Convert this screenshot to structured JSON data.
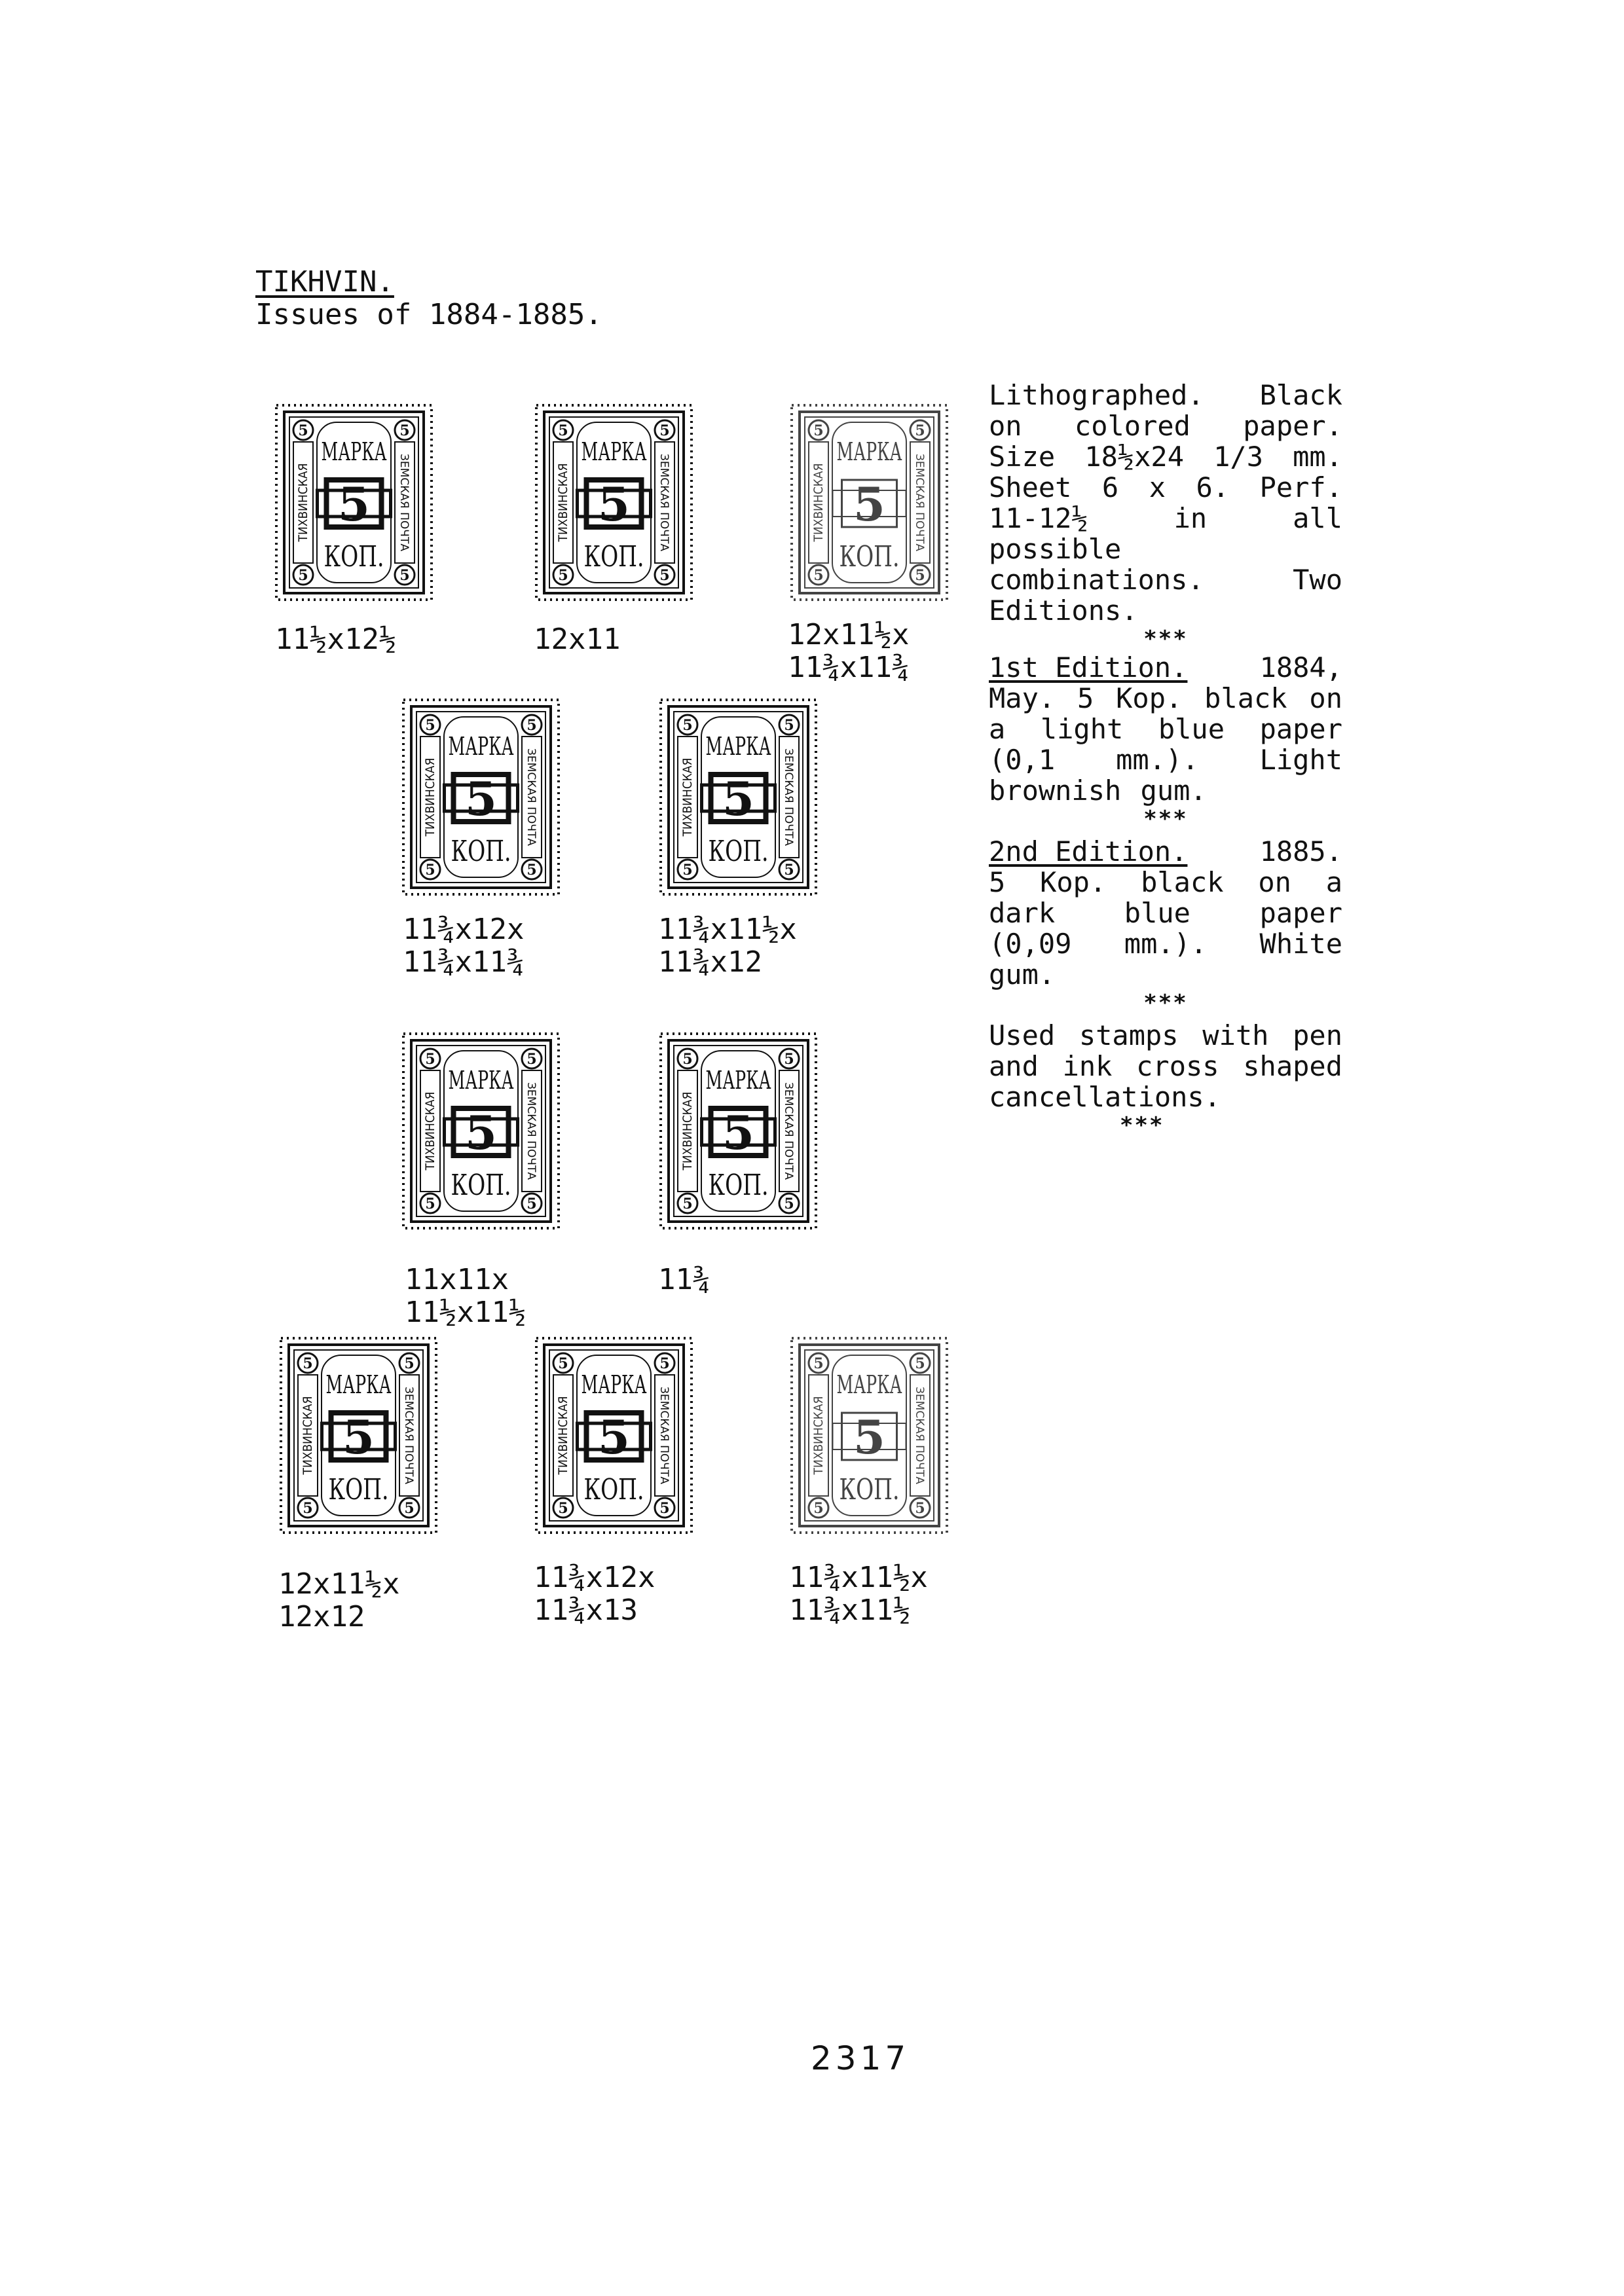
{
  "header": {
    "title": "TIKHVIN.",
    "subtitle": "Issues of 1884-1885."
  },
  "stamp_text": {
    "marka": "МАРКА",
    "value": "5",
    "kop": "КОП.",
    "left_side": "ТИХВИНСКАЯ",
    "right_side": "ЗЕМСКАЯ ПОЧТА"
  },
  "stamps": [
    {
      "caption": "11½x12½"
    },
    {
      "caption": "12x11"
    },
    {
      "caption": "12x11½x\n11¾x11¾"
    },
    {
      "caption": "11¾x12x\n11¾x11¾"
    },
    {
      "caption": "11¾x11½x\n11¾x12"
    },
    {
      "caption": "11x11x\n11½x11½"
    },
    {
      "caption": "11¾"
    },
    {
      "caption": "12x11½x\n12x12"
    },
    {
      "caption": "11¾x12x\n11¾x13"
    },
    {
      "caption": "11¾x11½x\n11¾x11½"
    }
  ],
  "description": {
    "intro": "Lithographed. Black on colored paper. Size 18½x24 1/3 mm. Sheet 6 x 6. Perf. 11-12½ in all possible combinations. Two Editions.",
    "stars": "***",
    "edition1_label": "1st Edition.",
    "edition1_year": "1884,",
    "edition1_text": "May. 5 Kop. black on a light blue paper (0,1 mm.). Light brownish gum.",
    "edition2_label": "2nd Edition.",
    "edition2_year": "1885.",
    "edition2_text": "5 Kop. black on a dark blue paper (0,09 mm.). White gum.",
    "used_text": "Used stamps with pen and ink cross shaped cancellations."
  },
  "page_number": "2317",
  "colors": {
    "ink": "#111111",
    "paper": "#ffffff"
  }
}
